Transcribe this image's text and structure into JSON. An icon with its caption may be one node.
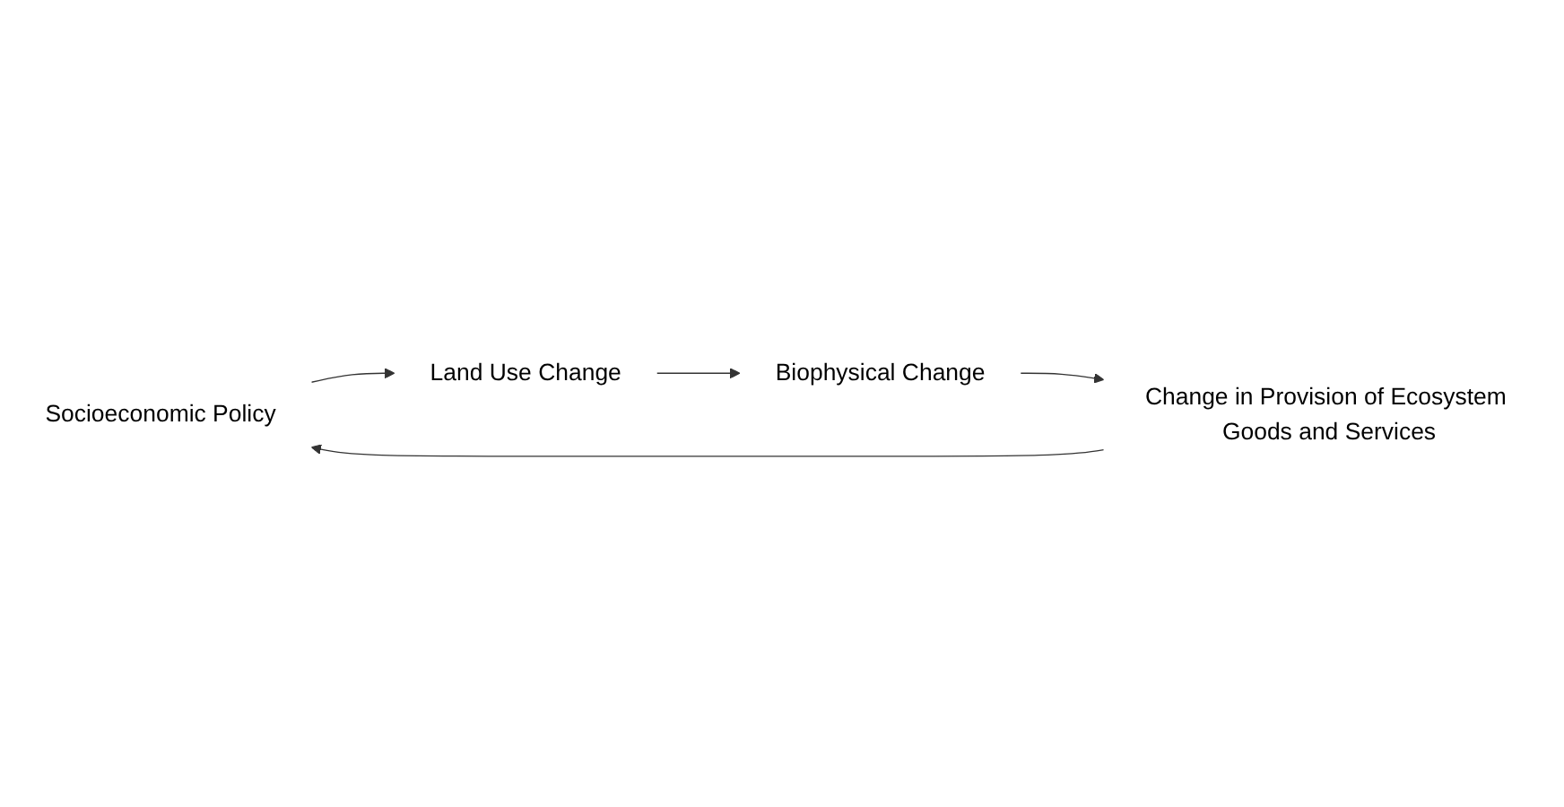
{
  "diagram": {
    "nodes": [
      {
        "text": [
          "Socioeconomic Policy"
        ]
      },
      {
        "text": [
          "Change in Provision of Ecosystem Goods and Services"
        ]
      },
      {
        "text": [
          "Land Use Change"
        ]
      },
      {
        "text": [
          "Biophysical Change"
        ]
      }
    ],
    "edges": [
      {
        "from": 1,
        "to": 0,
        "arrow": "to"
      },
      {
        "from": 0,
        "to": 2,
        "arrow": "to"
      },
      {
        "from": 2,
        "to": 3,
        "arrow": "to"
      },
      {
        "from": 3,
        "to": 1,
        "arrow": "to"
      }
    ]
  }
}
